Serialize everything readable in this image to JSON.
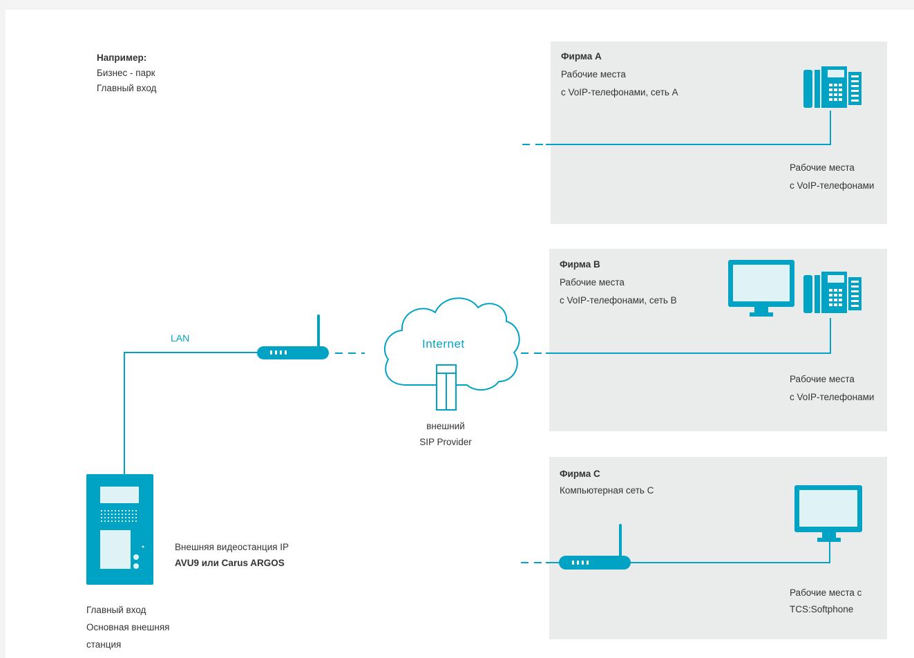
{
  "example": {
    "heading": "Например:",
    "lines": [
      "Бизнес - парк",
      "Главный вход"
    ]
  },
  "firm_a": {
    "title": "Фирма A",
    "lines": [
      "Рабочие места",
      "с VoIP-телефонами, сеть A"
    ],
    "workplace": [
      "Рабочие места",
      "с VoIP-телефонами"
    ]
  },
  "firm_b": {
    "title": "Фирма B",
    "lines": [
      "Рабочие места",
      "с VoIP-телефонами, сеть B"
    ],
    "workplace": [
      "Рабочие места",
      "с VoIP-телефонами"
    ]
  },
  "firm_c": {
    "title": "Фирма C",
    "lines": [
      "Компьютерная сеть C"
    ],
    "workplace": [
      "Рабочие места с",
      "TCS:Softphone"
    ]
  },
  "network": {
    "lan_label": "LAN",
    "internet_label": "Internet",
    "provider": [
      "внешний",
      "SIP Provider"
    ]
  },
  "station": {
    "model_line1": "Внешняя видеостанция IP",
    "model_line2": "AVU9 или Carus ARGOS",
    "caption": [
      "Главный вход",
      "Основная внешняя",
      "станция"
    ]
  },
  "colors": {
    "accent": "#00a3c4",
    "box": "#eaebeb",
    "text": "#333333",
    "screen": "#dff3f7"
  },
  "icons": [
    "voip-phone-icon",
    "monitor-icon",
    "router-icon",
    "cloud-icon",
    "server-icon",
    "door-station-icon"
  ]
}
